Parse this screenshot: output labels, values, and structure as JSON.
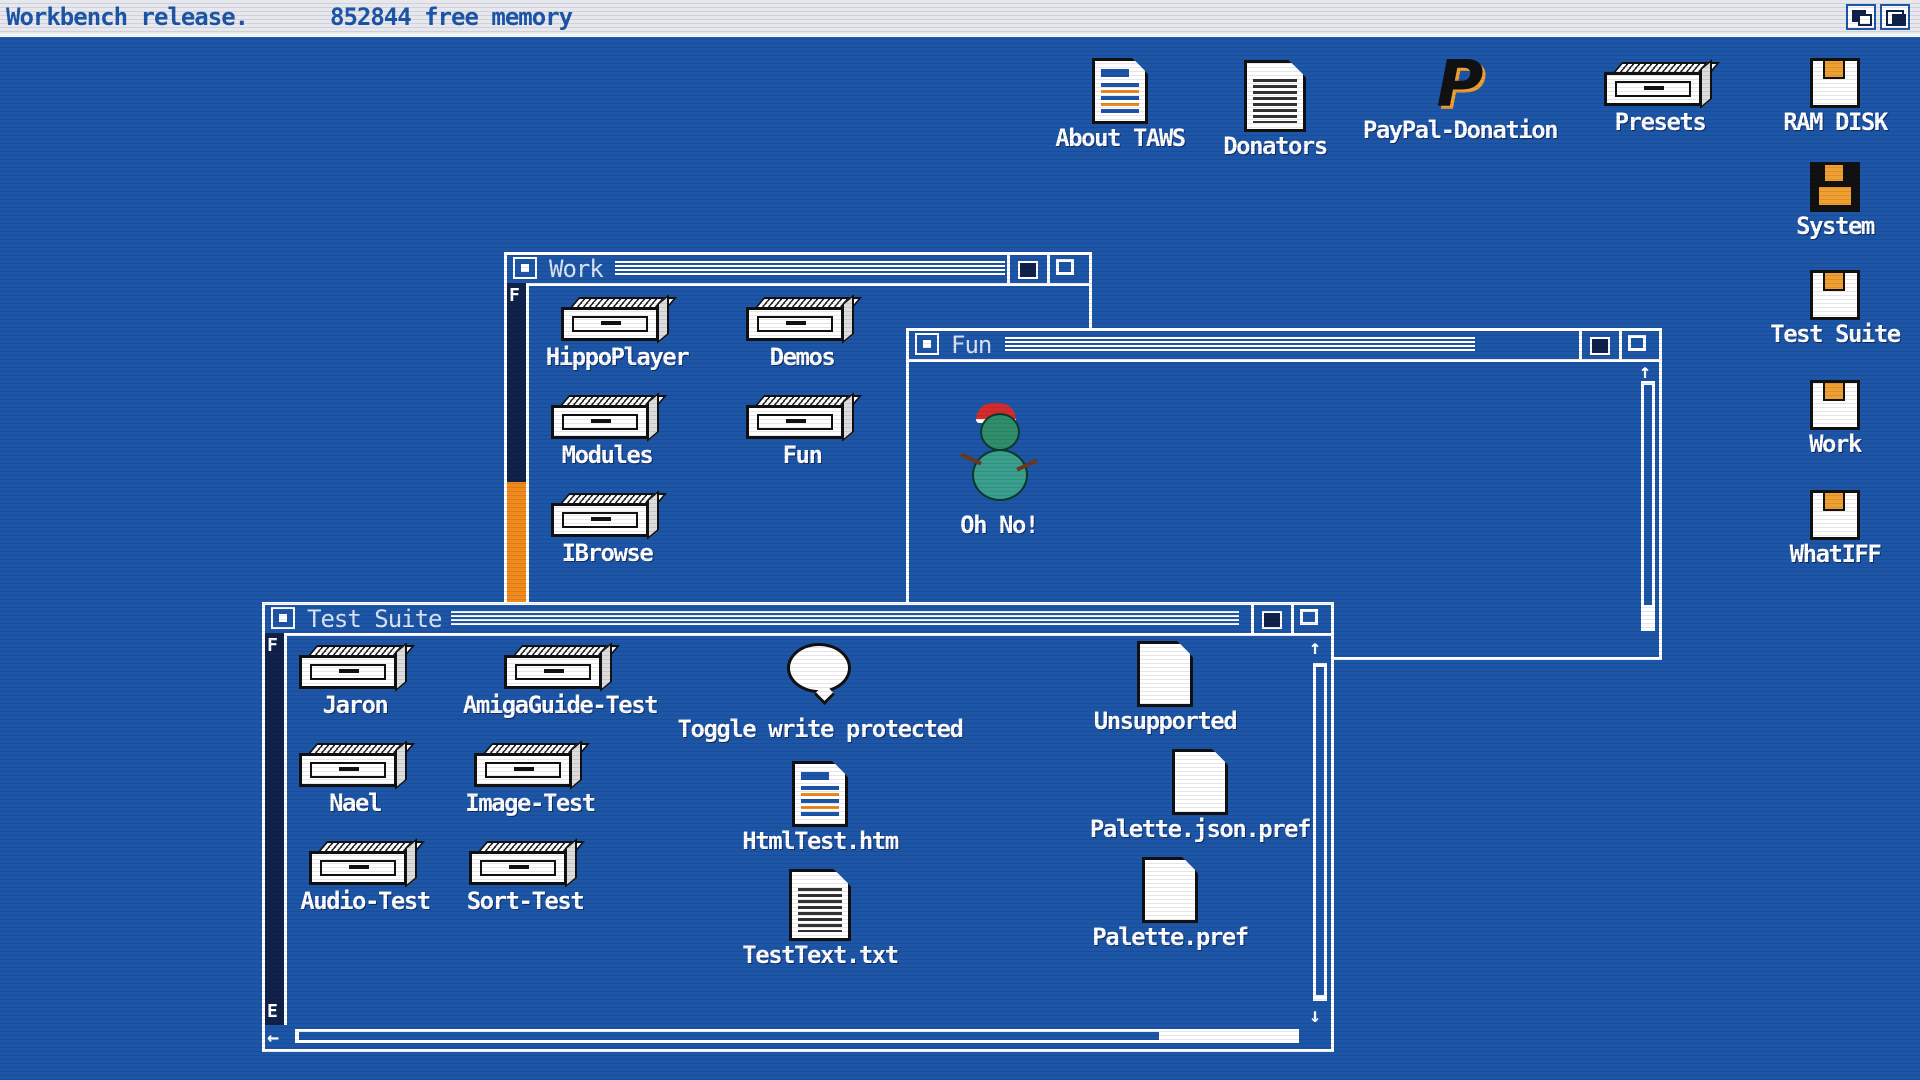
{
  "screen": {
    "title": "Workbench release.",
    "memory": "852844 free memory"
  },
  "desktop_icons": [
    {
      "label": "About TAWS",
      "icon": "html-document-icon"
    },
    {
      "label": "Donators",
      "icon": "text-document-icon"
    },
    {
      "label": "PayPal-Donation",
      "icon": "paypal-icon"
    },
    {
      "label": "Presets",
      "icon": "drawer-icon"
    },
    {
      "label": "RAM DISK",
      "icon": "disk-icon"
    },
    {
      "label": "System",
      "icon": "disk-icon"
    },
    {
      "label": "Test Suite",
      "icon": "disk-icon"
    },
    {
      "label": "Work",
      "icon": "disk-icon"
    },
    {
      "label": "WhatIFF",
      "icon": "disk-icon"
    }
  ],
  "windows": {
    "work": {
      "title": "Work",
      "items": [
        "HippoPlayer",
        "Demos",
        "Modules",
        "Fun",
        "IBrowse"
      ]
    },
    "fun": {
      "title": "Fun",
      "items": [
        "Oh No!"
      ]
    },
    "test_suite": {
      "title": "Test Suite",
      "items": [
        "Jaron",
        "AmigaGuide-Test",
        "Toggle write protected",
        "Unsupported",
        "Nael",
        "Image-Test",
        "HtmlTest.htm",
        "Palette.json.pref",
        "Audio-Test",
        "Sort-Test",
        "TestText.txt",
        "Palette.pref"
      ]
    }
  },
  "gauge": {
    "full_letter": "F",
    "empty_letter": "E"
  }
}
